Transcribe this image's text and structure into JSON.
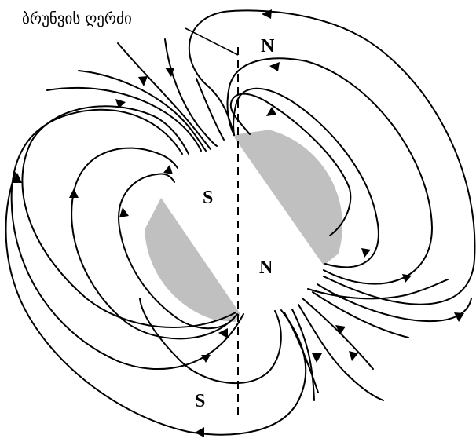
{
  "labels": {
    "rotation_axis": "ბრუნვის ღერძი",
    "geo_north": "N",
    "geo_south": "S",
    "mag_south": "S",
    "mag_north": "N"
  },
  "colors": {
    "body_fill": "#ffffff",
    "cap_shade": "#c0c0c0",
    "line": "#000000"
  }
}
